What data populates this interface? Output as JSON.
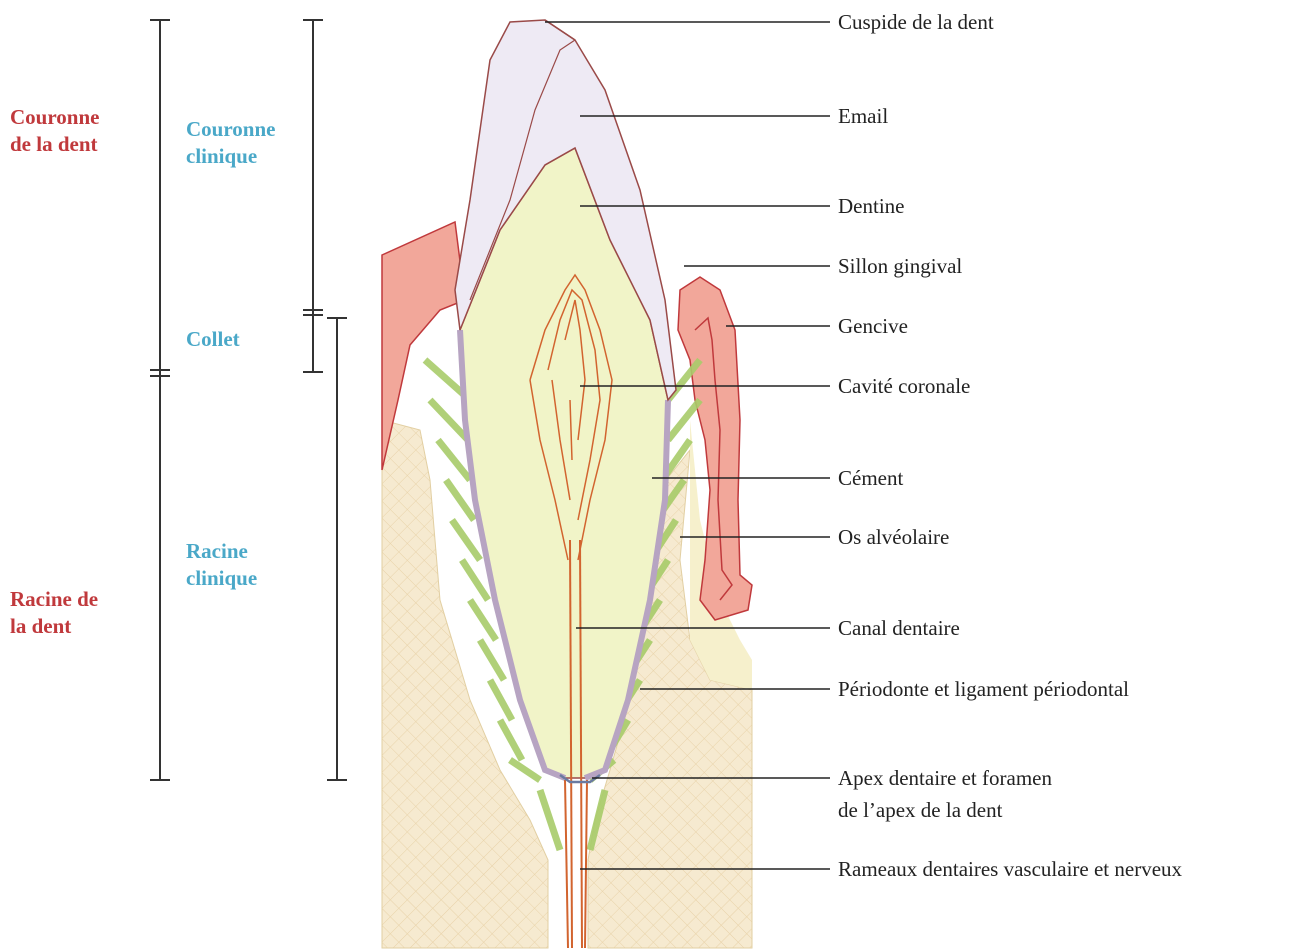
{
  "colors": {
    "enamel": "#eeeaf4",
    "enamel_edge": "#9a4a48",
    "dentin": "#f1f4c8",
    "pulp_line": "#d2642f",
    "gum": "#f2a79a",
    "gum_edge": "#c0393c",
    "bone": "#f6ead0",
    "bone_grid": "#e8d2a8",
    "cement": "#b7a4c2",
    "ligament": "#a8cc6a",
    "red_label": "#c0393c",
    "blue_label": "#4aa8c8",
    "leader": "#222222"
  },
  "left_labels": {
    "crown": [
      "Couronne",
      "de la dent"
    ],
    "root": [
      "Racine de",
      "la dent"
    ]
  },
  "clinical_labels": {
    "crown": [
      "Couronne",
      "clinique"
    ],
    "neck": "Collet",
    "root": [
      "Racine",
      "clinique"
    ]
  },
  "labels": [
    {
      "text": "Cuspide de la dent",
      "icon": "cusp"
    },
    {
      "text": "Email",
      "icon": "enamel"
    },
    {
      "text": "Dentine",
      "icon": "dentin"
    },
    {
      "text": "Sillon gingival",
      "icon": "gingival-sulcus"
    },
    {
      "text": "Gencive",
      "icon": "gum"
    },
    {
      "text": "Cavité coronale",
      "icon": "pulp-chamber"
    },
    {
      "text": "Cément",
      "icon": "cement"
    },
    {
      "text": "Os alvéolaire",
      "icon": "alveolar-bone"
    },
    {
      "text": "Canal dentaire",
      "icon": "root-canal"
    },
    {
      "text": "Périodonte et ligament périodontal",
      "icon": "periodontal-ligament"
    },
    {
      "text": "Apex dentaire et foramen",
      "icon": "apex"
    },
    {
      "text": "de l’apex de la dent",
      "icon": "apex"
    },
    {
      "text": "Rameaux dentaires vasculaire et nerveux",
      "icon": "vessels-nerves"
    }
  ]
}
